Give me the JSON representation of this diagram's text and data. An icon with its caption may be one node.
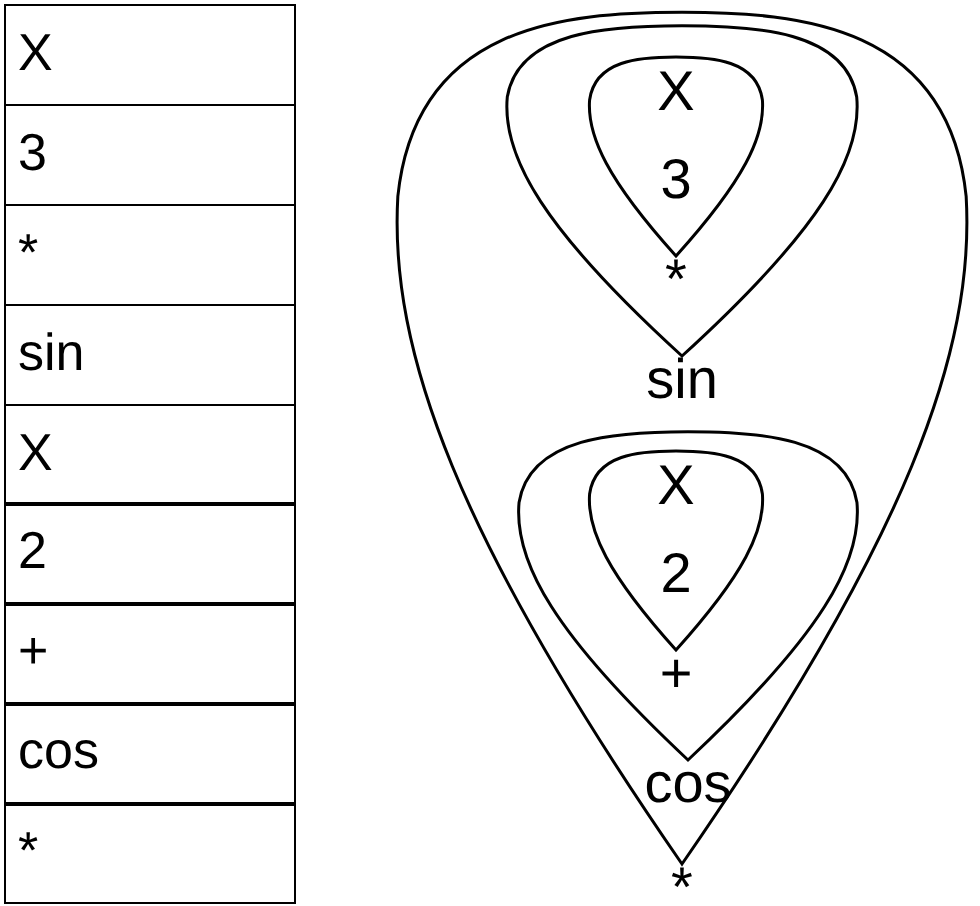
{
  "diagram": {
    "nodes": [
      {
        "text": [
          "*"
        ]
      },
      {
        "text": [
          "sin"
        ],
        "in": 0
      },
      {
        "text": [
          "X",
          "3",
          "*"
        ],
        "in": 1
      },
      {
        "text": [
          "cos"
        ],
        "in": 0
      },
      {
        "text": [
          "X",
          "2",
          "+"
        ],
        "in": 3
      }
    ],
    "labels": [
      "X",
      "3",
      "*",
      "sin",
      "X",
      "2",
      "+",
      "cos",
      "*"
    ]
  }
}
